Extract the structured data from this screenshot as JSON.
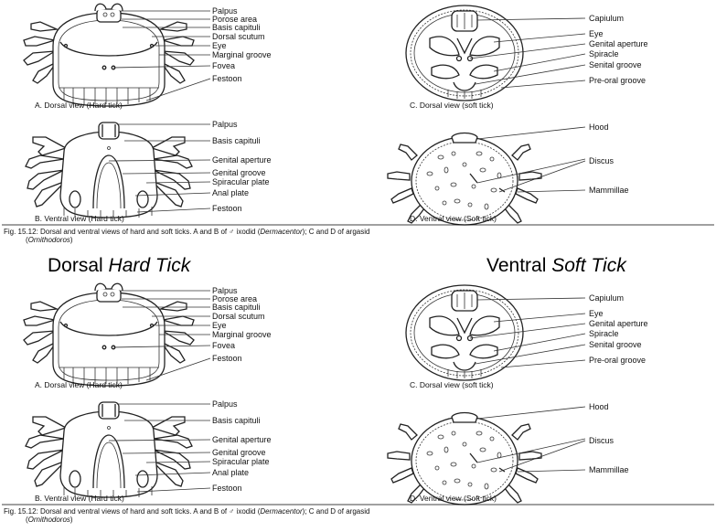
{
  "panels": {
    "A": {
      "caption": "A. Dorsal view (Hard tick)",
      "labels": [
        "Palpus",
        "Porose area",
        "Basis capituli",
        "Dorsal scutum",
        "Eye",
        "Marginal groove",
        "Fovea",
        "Festoon"
      ]
    },
    "B": {
      "caption": "B. Ventral view (Hard tick)",
      "labels": [
        "Palpus",
        "Basis capituli",
        "Genital aperture",
        "Genital groove",
        "Spiracular plate",
        "Anal plate",
        "Festoon"
      ]
    },
    "C": {
      "caption": "C. Dorsal view (soft tick)",
      "labels": [
        "Capiulum",
        "Eye",
        "Genital aperture",
        "Spiracle",
        "Senital groove",
        "Pre-oral groove"
      ]
    },
    "D": {
      "caption": "D. Ventral view (Soft tick)",
      "labels": [
        "Hood",
        "Discus",
        "Mammillae"
      ]
    }
  },
  "figure_caption": {
    "line1_a": "Fig. 15.12:  Dorsal and ventral views of hard and soft ticks. A and B of ♂ ixodid (",
    "line1_genus": "Dermacentor",
    "line1_b": "); C and D of argasid",
    "line2_a": "(",
    "line2_genus": "Ornithodoros",
    "line2_b": ")"
  },
  "headings": {
    "left_plain": "Dorsal ",
    "left_italic": "Hard Tick",
    "right_plain": "Ventral ",
    "right_italic": "Soft Tick"
  }
}
